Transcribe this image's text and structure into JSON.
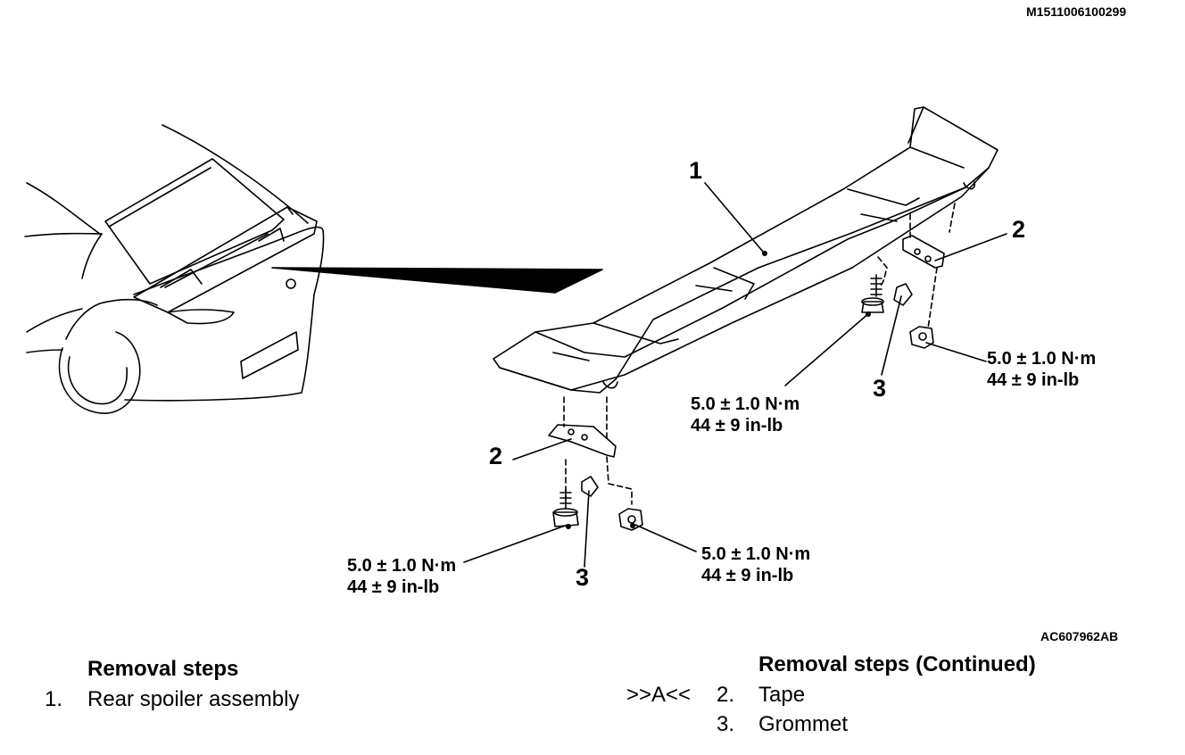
{
  "doc_code": "M1511006100299",
  "illustration_code": "AC607962AB",
  "callouts": {
    "spoiler": "1",
    "tape_right": "2",
    "tape_left": "2",
    "grommet_right": "3",
    "grommet_left": "3"
  },
  "torque": {
    "right_bolt": {
      "line1": "5.0 ± 1.0 N·m",
      "line2": "44 ± 9 in-lb"
    },
    "right_nut": {
      "line1": "5.0 ± 1.0 N·m",
      "line2": "44 ± 9 in-lb"
    },
    "left_bolt": {
      "line1": "5.0 ± 1.0 N·m",
      "line2": "44 ± 9 in-lb"
    },
    "left_nut": {
      "line1": "5.0 ± 1.0 N·m",
      "line2": "44 ± 9 in-lb"
    }
  },
  "removal_steps": {
    "heading": "Removal steps",
    "items": [
      {
        "num": "1.",
        "label": "Rear spoiler assembly"
      }
    ]
  },
  "removal_steps_continued": {
    "heading": "Removal steps (Continued)",
    "marker": ">>A<<",
    "items": [
      {
        "num": "2.",
        "label": "Tape"
      },
      {
        "num": "3.",
        "label": "Grommet"
      }
    ]
  }
}
